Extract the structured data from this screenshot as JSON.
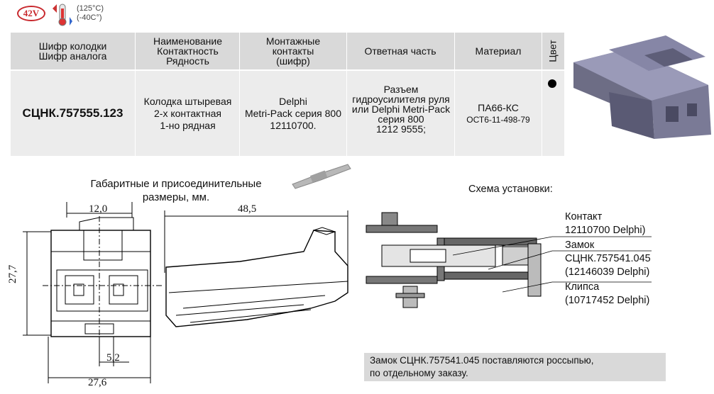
{
  "badges": {
    "voltage": "42V",
    "temp_high": "(125°C)",
    "temp_low": "(-40C°)"
  },
  "table": {
    "headers": {
      "code": [
        "Шифр колодки",
        "Шифр аналога"
      ],
      "name": [
        "Наименование",
        "Контактность",
        "Рядность"
      ],
      "mount": [
        "Монтажные",
        "контакты",
        "(шифр)"
      ],
      "mate": "Ответная часть",
      "material": "Материал",
      "color": "Цвет"
    },
    "row": {
      "code": "СЦНК.757555.123",
      "name": [
        "Колодка штыревая",
        "2-х контактная",
        "1-но рядная"
      ],
      "mount": [
        "Delphi",
        "Metri-Pack серия 800",
        "12110700."
      ],
      "mate": [
        "Разъем",
        "гидроусилителя руля",
        "или Delphi Metri-Pack",
        "серия 800",
        "1212 9555;"
      ],
      "material": [
        "ПА66-КС",
        "ОСТ6-11-498-79"
      ],
      "color_hex": "#000000"
    }
  },
  "dims_caption": [
    "Габаритные и присоединительные",
    "размеры, мм."
  ],
  "install_caption": "Схема установки:",
  "dimensions": {
    "width_top": "12,0",
    "length": "48,5",
    "height": "27,7",
    "pin_pitch": "5,2",
    "width_bottom": "27,6"
  },
  "install_labels": {
    "contact": [
      "Контакт",
      "12110700 Delphi)"
    ],
    "lock": [
      "Замок",
      "СЦНК.757541.045",
      "(12146039 Delphi)"
    ],
    "clip": [
      "Клипса",
      "(10717452 Delphi)"
    ]
  },
  "note": [
    "Замок СЦНК.757541.045  поставляются россыпью,",
    "по отдельному заказу."
  ]
}
